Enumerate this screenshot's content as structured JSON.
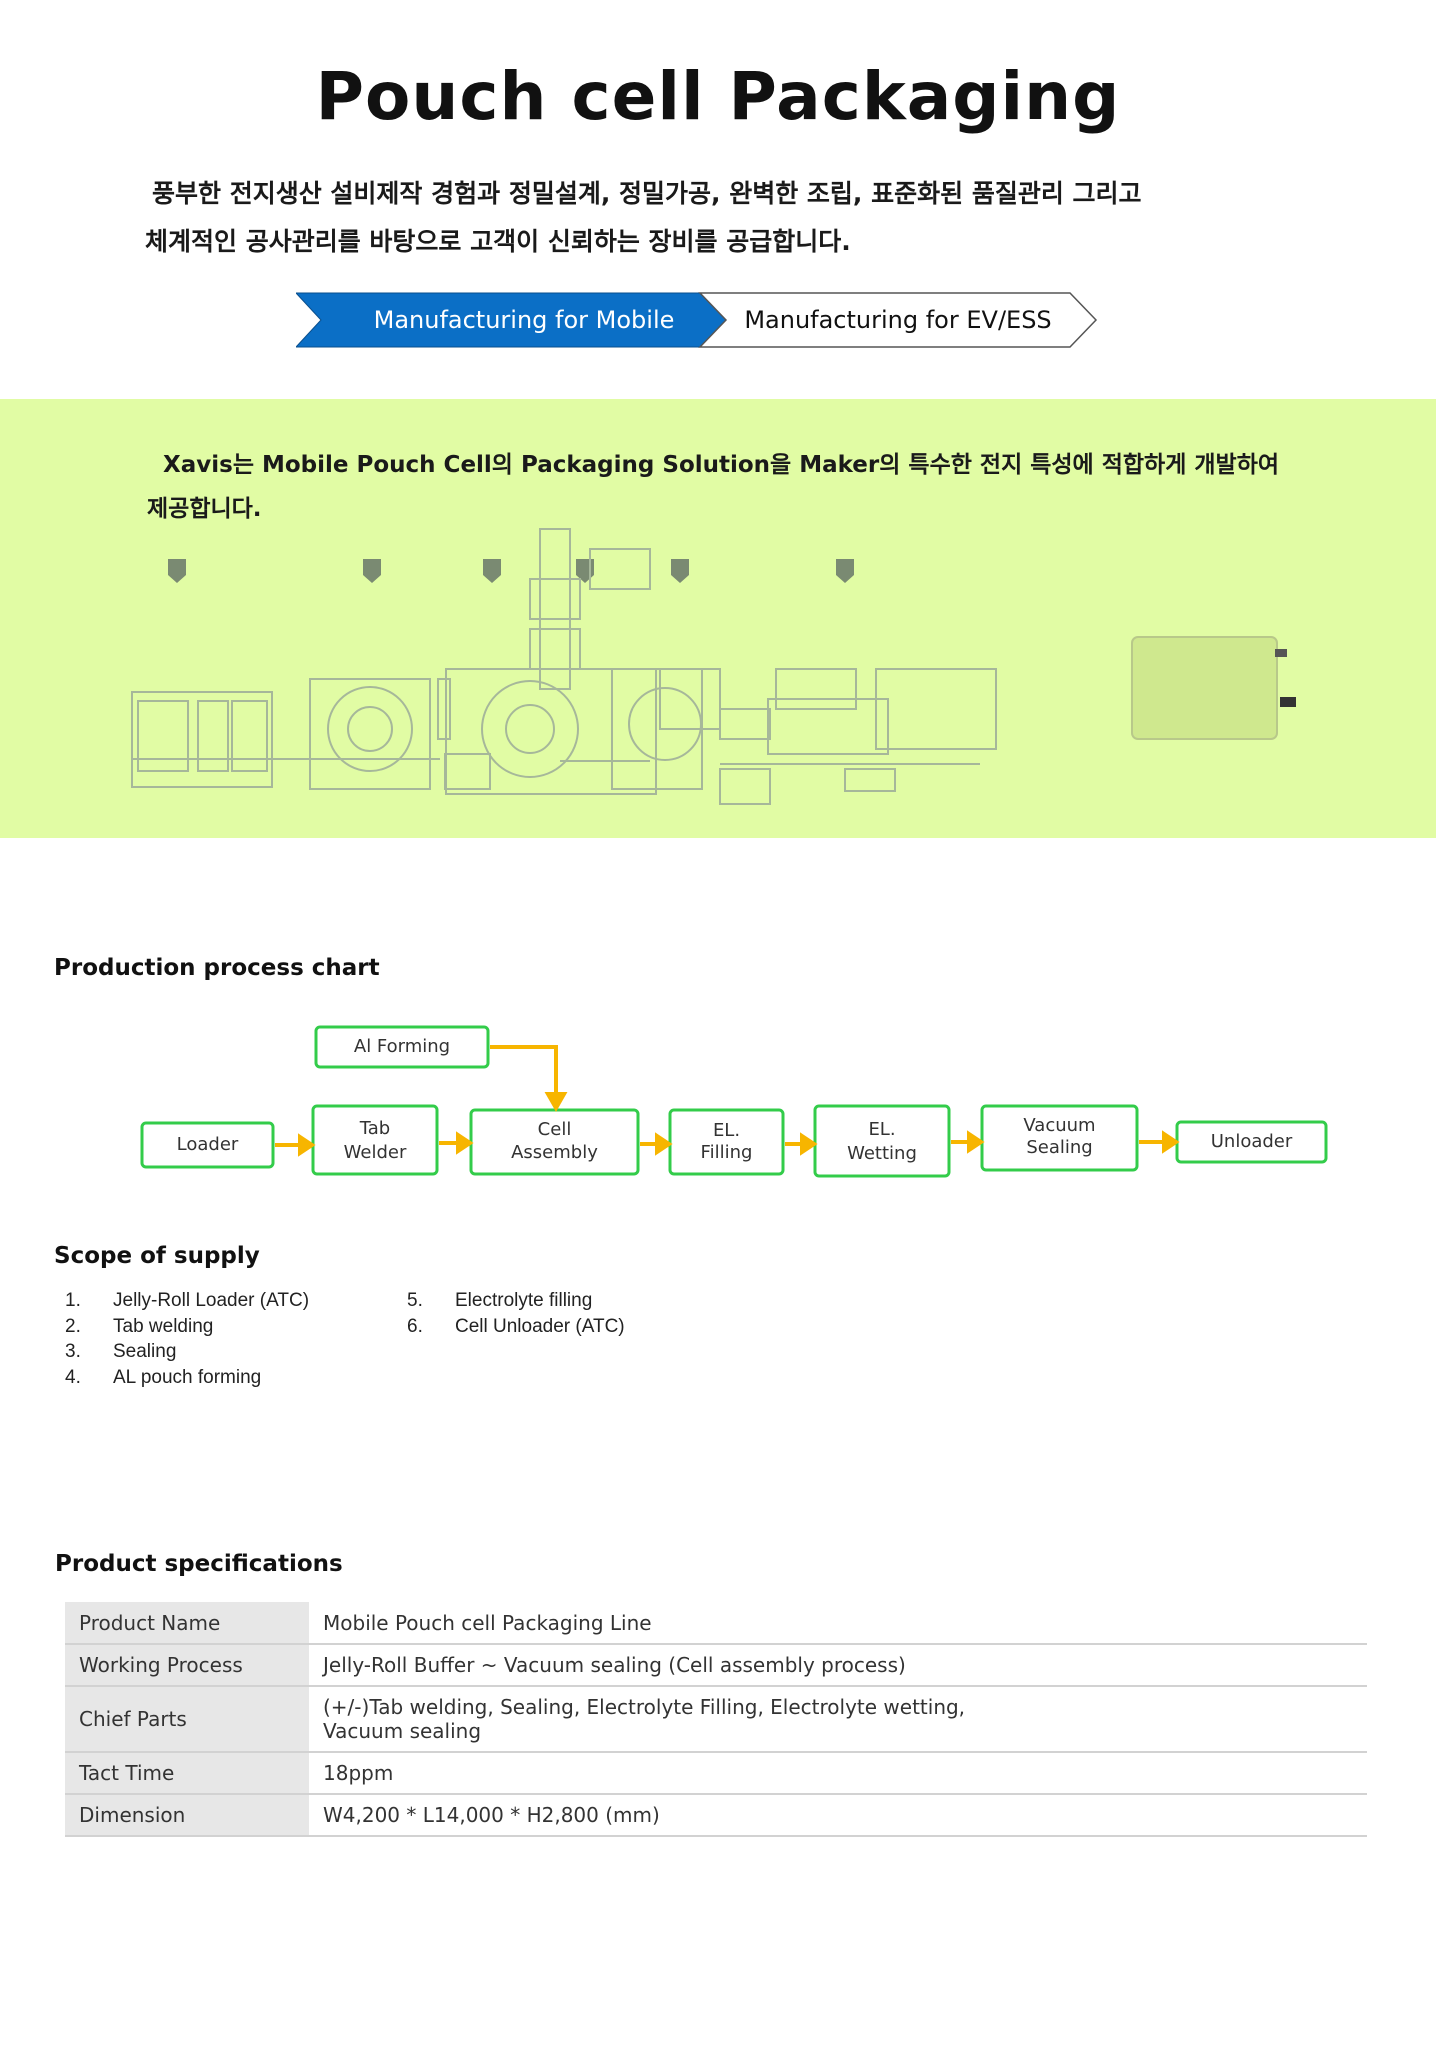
{
  "page": {
    "title": "Pouch cell Packaging",
    "intro_line1": "풍부한 전지생산 설비제작 경험과 정밀설계, 정밀가공, 완벽한 조립, 표준화된 품질관리 그리고",
    "intro_line2": "체계적인 공사관리를 바탕으로 고객이 신뢰하는 장비를 공급합니다."
  },
  "tabs": [
    {
      "label": "Manufacturing for Mobile",
      "active": true
    },
    {
      "label": "Manufacturing for EV/ESS",
      "active": false
    }
  ],
  "banner": {
    "line1": "Xavis는 Mobile Pouch Cell의 Packaging Solution을 Maker의 특수한 전지 특성에 적합하게 개발하여",
    "line2": "제공합니다."
  },
  "process_chart": {
    "title": "Production process chart",
    "steps": {
      "al_forming": "Al Forming",
      "loader": "Loader",
      "tab_welder_1": "Tab",
      "tab_welder_2": "Welder",
      "cell_assembly_1": "Cell",
      "cell_assembly_2": "Assembly",
      "el_filling_1": "EL.",
      "el_filling_2": "Filling",
      "el_wetting_1": "EL.",
      "el_wetting_2": "Wetting",
      "vacuum_sealing_1": "Vacuum",
      "vacuum_sealing_2": "Sealing",
      "unloader": "Unloader"
    }
  },
  "scope": {
    "title": "Scope of supply",
    "items": [
      {
        "num": "1.",
        "text": "Jelly-Roll Loader (ATC)"
      },
      {
        "num": "2.",
        "text": "Tab welding"
      },
      {
        "num": "3.",
        "text": "Sealing"
      },
      {
        "num": "4.",
        "text": "AL pouch forming"
      },
      {
        "num": "5.",
        "text": "Electrolyte filling"
      },
      {
        "num": "6.",
        "text": "Cell Unloader (ATC)"
      }
    ]
  },
  "specs": {
    "title": "Product specifications",
    "rows": [
      {
        "key": "Product Name",
        "value": "Mobile Pouch cell Packaging Line"
      },
      {
        "key": "Working Process",
        "value": "Jelly-Roll Buffer ~ Vacuum sealing (Cell assembly process)"
      },
      {
        "key": "Chief Parts",
        "value": "(+/-)Tab welding, Sealing, Electrolyte Filling, Electrolyte wetting,",
        "value2": "Vacuum sealing"
      },
      {
        "key": "Tact Time",
        "value": "18ppm"
      },
      {
        "key": "Dimension",
        "value": "W4,200 * L14,000 * H2,800 (mm)"
      }
    ]
  },
  "colors": {
    "accent": "#0b6fc6",
    "band": "#e1fca4",
    "flow_box": "#33cc4a",
    "flow_arrow": "#f7b500"
  }
}
